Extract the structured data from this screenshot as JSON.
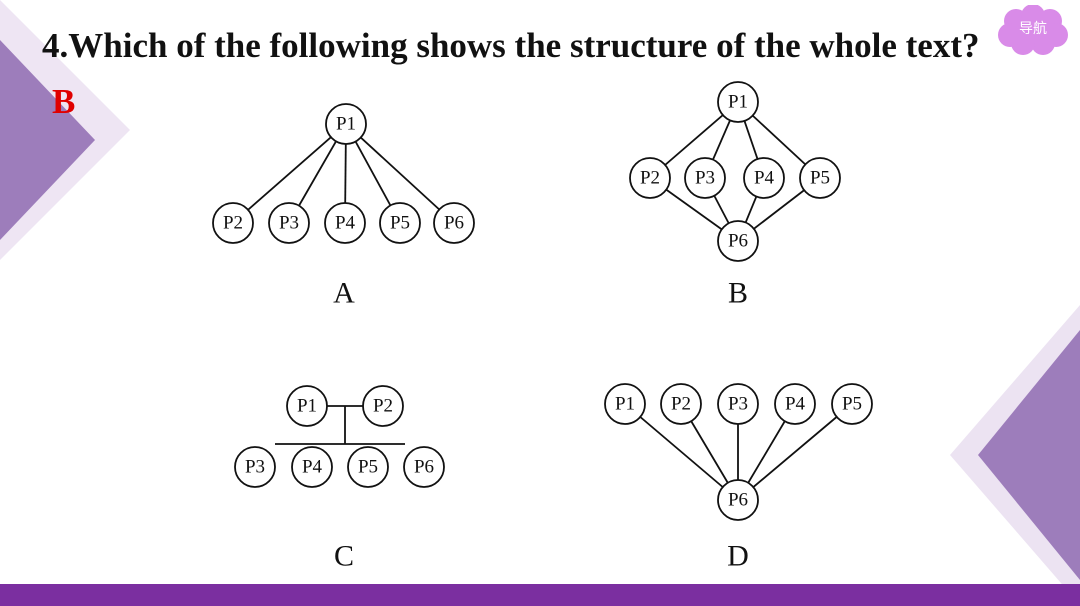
{
  "question": {
    "text": "4.Which of the following shows the structure of the whole text?",
    "answer": "B"
  },
  "nav_button": {
    "label": "导航"
  },
  "colors": {
    "accent_purple": "#7b2fa0",
    "answer_red": "#e00000",
    "nav_pink": "#d98be8"
  },
  "options": [
    {
      "label": "A",
      "nodes": [
        "P1",
        "P2",
        "P3",
        "P4",
        "P5",
        "P6"
      ],
      "edges": [
        [
          "P1",
          "P2"
        ],
        [
          "P1",
          "P3"
        ],
        [
          "P1",
          "P4"
        ],
        [
          "P1",
          "P5"
        ],
        [
          "P1",
          "P6"
        ]
      ]
    },
    {
      "label": "B",
      "nodes": [
        "P1",
        "P2",
        "P3",
        "P4",
        "P5",
        "P6"
      ],
      "edges": [
        [
          "P1",
          "P2"
        ],
        [
          "P1",
          "P3"
        ],
        [
          "P1",
          "P4"
        ],
        [
          "P1",
          "P5"
        ],
        [
          "P2",
          "P6"
        ],
        [
          "P3",
          "P6"
        ],
        [
          "P4",
          "P6"
        ],
        [
          "P5",
          "P6"
        ]
      ]
    },
    {
      "label": "C",
      "nodes": [
        "P1",
        "P2",
        "P3",
        "P4",
        "P5",
        "P6"
      ],
      "edges": [
        [
          "P1",
          "P2"
        ],
        [
          "P1-P2",
          "P3-P6"
        ]
      ]
    },
    {
      "label": "D",
      "nodes": [
        "P1",
        "P2",
        "P3",
        "P4",
        "P5",
        "P6"
      ],
      "edges": [
        [
          "P1",
          "P6"
        ],
        [
          "P2",
          "P6"
        ],
        [
          "P3",
          "P6"
        ],
        [
          "P4",
          "P6"
        ],
        [
          "P5",
          "P6"
        ]
      ]
    }
  ]
}
